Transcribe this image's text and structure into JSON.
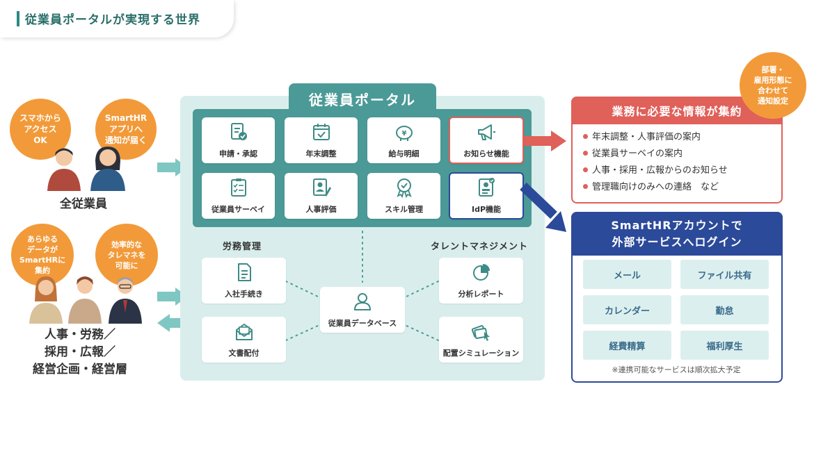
{
  "header": {
    "title": "従業員ポータルが実現する世界"
  },
  "left": {
    "employees": {
      "bubbles": [
        "スマホから\nアクセス\nOK",
        "SmartHR\nアプリへ\n通知が届く"
      ],
      "label": "全従業員"
    },
    "admins": {
      "bubbles": [
        "あらゆる\nデータが\nSmartHRに\n集約",
        "効率的な\nタレマネを\n可能に"
      ],
      "label": "人事・労務／\n採用・広報／\n経営企画・経営層"
    }
  },
  "portal": {
    "title": "従業員ポータル",
    "cards": [
      {
        "label": "申請・承認",
        "icon": "form-check-icon"
      },
      {
        "label": "年末調整",
        "icon": "calendar-check-icon"
      },
      {
        "label": "給与明細",
        "icon": "piggy-bank-yen-icon"
      },
      {
        "label": "お知らせ機能",
        "icon": "megaphone-icon"
      },
      {
        "label": "従業員サーベイ",
        "icon": "checklist-icon"
      },
      {
        "label": "人事評価",
        "icon": "profile-edit-icon"
      },
      {
        "label": "スキル管理",
        "icon": "ribbon-badge-icon"
      },
      {
        "label": "IdP機能",
        "icon": "id-card-check-icon"
      }
    ],
    "labor": {
      "label": "労務管理",
      "items": [
        {
          "label": "入社手続き",
          "icon": "document-icon"
        },
        {
          "label": "文書配付",
          "icon": "envelope-letter-icon"
        }
      ]
    },
    "talent": {
      "label": "タレントマネジメント",
      "items": [
        {
          "label": "分析レポート",
          "icon": "pie-chart-icon"
        },
        {
          "label": "配置シミュレーション",
          "icon": "cards-cursor-icon"
        }
      ]
    },
    "database": {
      "label": "従業員データベース",
      "icon": "person-icon"
    }
  },
  "notice_box": {
    "title": "業務に必要な情報が集約",
    "items": [
      "年末調整・人事評価の案内",
      "従業員サーベイの案内",
      "人事・採用・広報からのお知らせ",
      "管理職向けのみへの連絡　など"
    ]
  },
  "notify_badge": {
    "text": "部署・\n雇用形態に\n合わせて\n通知設定"
  },
  "idp_box": {
    "title": "SmartHRアカウントで\n外部サービスへログイン",
    "services": [
      "メール",
      "ファイル共有",
      "カレンダー",
      "勤怠",
      "経費精算",
      "福利厚生"
    ],
    "note": "※連携可能なサービスは順次拡大予定"
  },
  "colors": {
    "teal": "#4b9a97",
    "teal_light": "#d9eeec",
    "orange": "#f29a39",
    "red": "#e0605a",
    "navy": "#2c4a9a"
  }
}
